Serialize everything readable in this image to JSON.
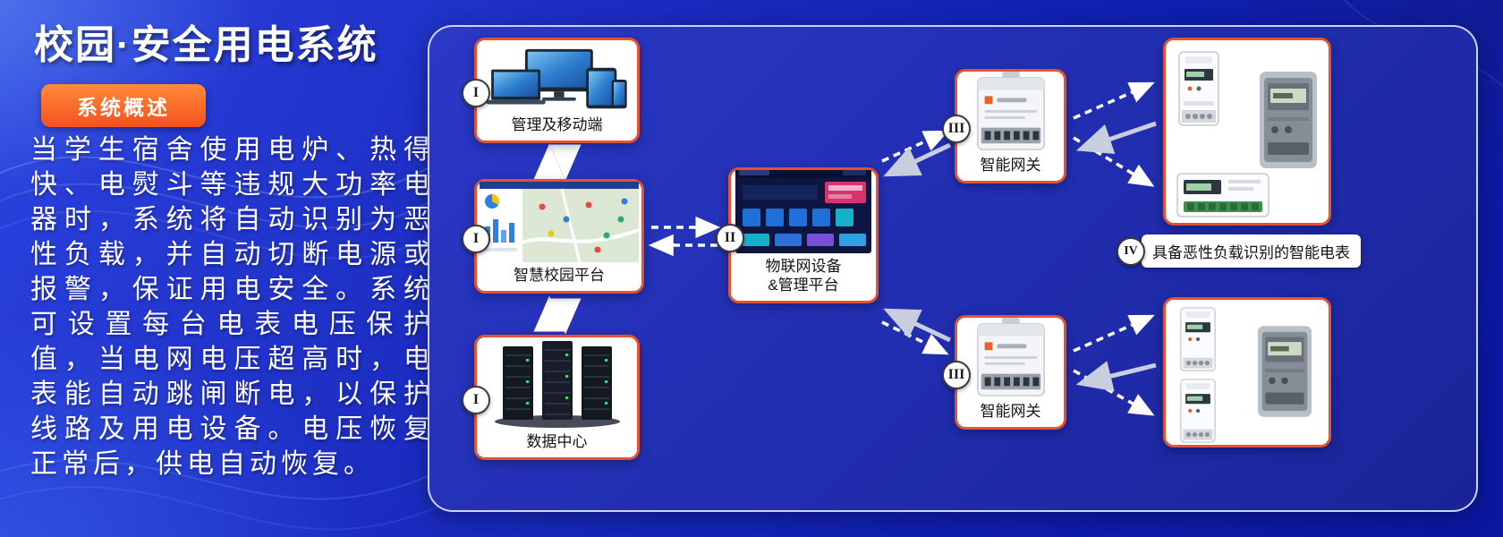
{
  "header": {
    "title": "校园·安全用电系统",
    "badge": "系统概述"
  },
  "overview": {
    "text": "当学生宿舍使用电炉、热得快、电熨斗等违规大功率电器时，系统将自动识别为恶性负载，并自动切断电源或报警，保证用电安全。系统可设置每台电表电压保护值，当电网电压超高时，电表能自动跳闸断电，以保护线路及用电设备。电压恢复正常后，供电自动恢复。"
  },
  "diagram": {
    "management": {
      "numeral": "I",
      "label": "管理及移动端"
    },
    "campus_platform": {
      "numeral": "I",
      "label": "智慧校园平台"
    },
    "data_center": {
      "numeral": "I",
      "label": "数据中心"
    },
    "iot_platform": {
      "numeral": "II",
      "label_line1": "物联网设备",
      "label_line2": "&管理平台"
    },
    "gateway_top": {
      "numeral": "III",
      "label": "智能网关"
    },
    "gateway_bottom": {
      "numeral": "III",
      "label": "智能网关"
    },
    "smart_meters": {
      "numeral": "IV",
      "label": "具备恶性负载识别的智能电表"
    }
  },
  "colors": {
    "accent_orange": "#e4532f",
    "badge_gradient_start": "#ff8a3a",
    "badge_gradient_end": "#f4511e",
    "background_blue": "#101fae",
    "panel_blue": "#202dae",
    "node_background": "#ffffff"
  }
}
